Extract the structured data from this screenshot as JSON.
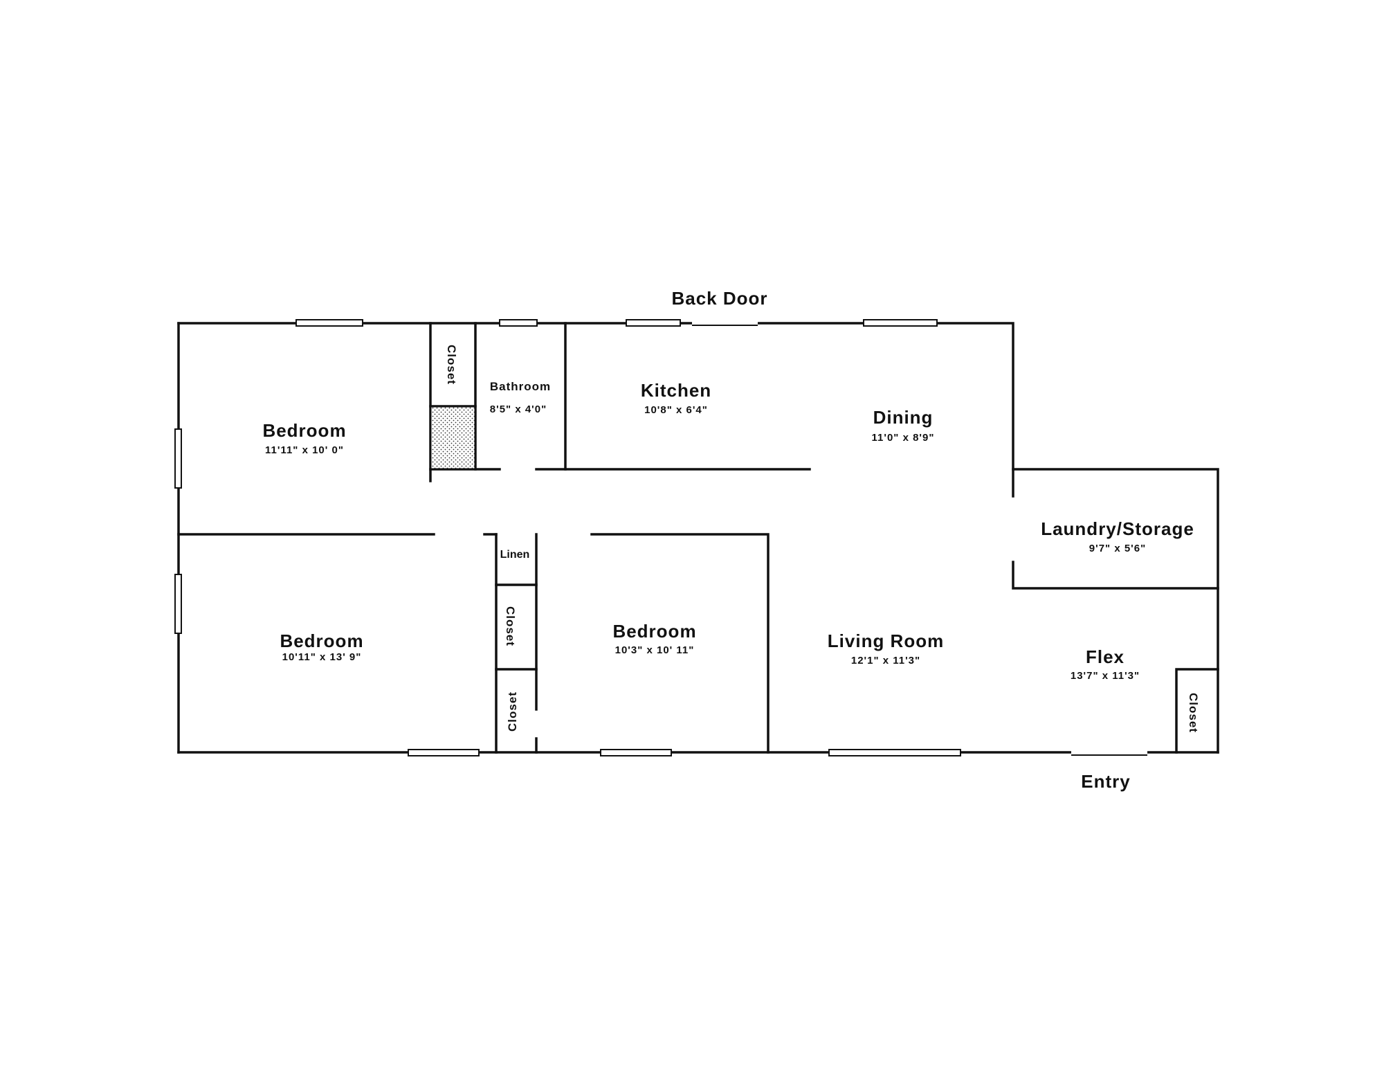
{
  "labels": {
    "back_door": "Back Door",
    "entry": "Entry"
  },
  "rooms": {
    "bedroom_1": {
      "name": "Bedroom",
      "dims": "11'11\" x 10' 0\""
    },
    "bedroom_2": {
      "name": "Bedroom",
      "dims": "10'11\" x 13' 9\""
    },
    "bedroom_3": {
      "name": "Bedroom",
      "dims": "10'3\" x 10' 11\""
    },
    "bathroom": {
      "name": "Bathroom",
      "dims": "8'5\" x 4'0\""
    },
    "kitchen": {
      "name": "Kitchen",
      "dims": "10'8\" x 6'4\""
    },
    "dining": {
      "name": "Dining",
      "dims": "11'0\" x 8'9\""
    },
    "laundry": {
      "name": "Laundry/Storage",
      "dims": "9'7\" x 5'6\""
    },
    "living": {
      "name": "Living Room",
      "dims": "12'1\" x 11'3\""
    },
    "flex": {
      "name": "Flex",
      "dims": "13'7\" x 11'3\""
    }
  },
  "closets": {
    "closet_top": "Closet",
    "linen": "Linen",
    "closet_mid": "Closet",
    "closet_low": "Closet",
    "closet_flex": "Closet"
  },
  "colors": {
    "ink": "#111111",
    "paper": "#ffffff"
  }
}
